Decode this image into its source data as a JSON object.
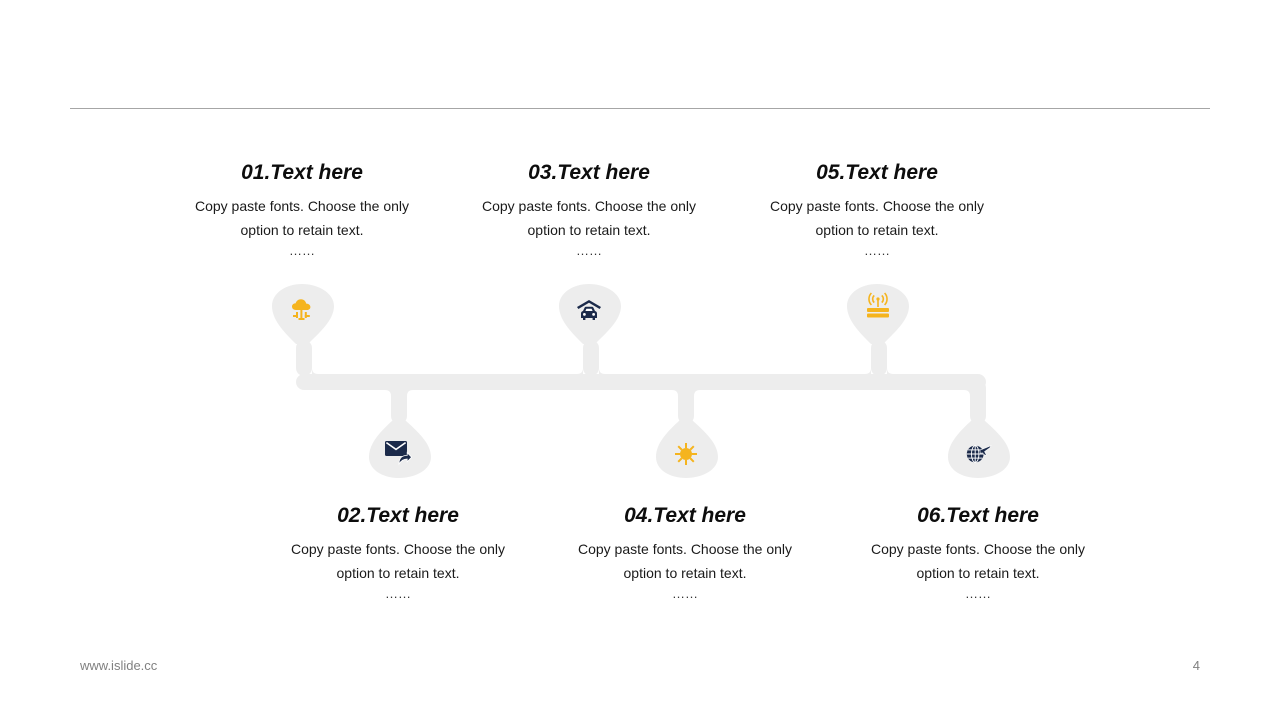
{
  "colors": {
    "accent_yellow": "#F5B41E",
    "accent_navy": "#1B2A4A",
    "pipe": "#EDEDED",
    "rule": "#A6A6A6"
  },
  "items": [
    {
      "title": "01.Text here",
      "line1": "Copy paste fonts. Choose the only",
      "line2": "option to retain text.",
      "dots": "……",
      "icon": "cloud-network-icon"
    },
    {
      "title": "02.Text here",
      "line1": "Copy paste fonts. Choose the only",
      "line2": "option to retain text.",
      "dots": "……",
      "icon": "mail-forward-icon"
    },
    {
      "title": "03.Text here",
      "line1": "Copy paste fonts. Choose the only",
      "line2": "option to retain text.",
      "dots": "……",
      "icon": "car-garage-icon"
    },
    {
      "title": "04.Text here",
      "line1": "Copy paste fonts. Choose the only",
      "line2": "option to retain text.",
      "dots": "……",
      "icon": "sun-gear-icon"
    },
    {
      "title": "05.Text here",
      "line1": "Copy paste fonts. Choose the only",
      "line2": "option to retain text.",
      "dots": "……",
      "icon": "wifi-router-icon"
    },
    {
      "title": "06.Text here",
      "line1": "Copy paste fonts. Choose the only",
      "line2": "option to retain text.",
      "dots": "……",
      "icon": "globe-plane-icon"
    }
  ],
  "footer": {
    "url": "www.islide.cc",
    "page_number": "4"
  }
}
